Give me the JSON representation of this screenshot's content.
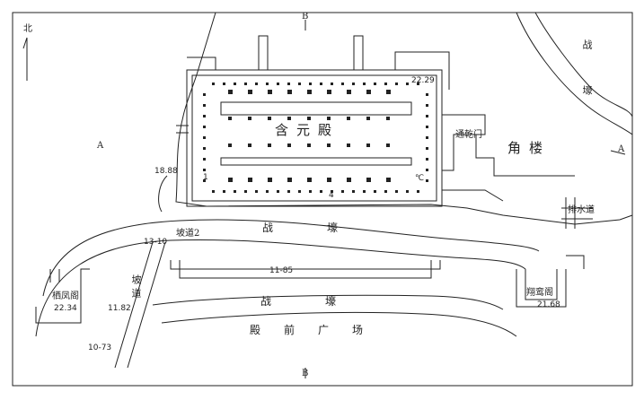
{
  "labels": {
    "north": "北",
    "hanyuan_hall": "含元殿",
    "jiao_lou": "角楼",
    "tongqian_gate": "通乾门",
    "drainage": "排水道",
    "qifeng_ge": "栖凤阁",
    "xiangluan_ge": "翔鸾阁",
    "podao_2": "坡道2",
    "podao_1": "坡道",
    "zhan_zhuan_top": "战壕",
    "zhan_zhuan_bottom": "战壕",
    "zhan_zhuan_right": "战壕",
    "plaza": "殿前广场",
    "section_a_left": "A",
    "section_a_right": "A",
    "section_b_top": "B",
    "section_b_bottom": "B",
    "num_22_29": "22.29",
    "num_18_88": "18.88",
    "num_13_10": "13-10",
    "num_11_85": "11-85",
    "num_11_82": "11.82",
    "num_22_34": "22.34",
    "num_21_68": "21.68",
    "num_10_73": "10-73",
    "marker_4": "4",
    "marker_c": "℃",
    "marker_1": "1"
  }
}
